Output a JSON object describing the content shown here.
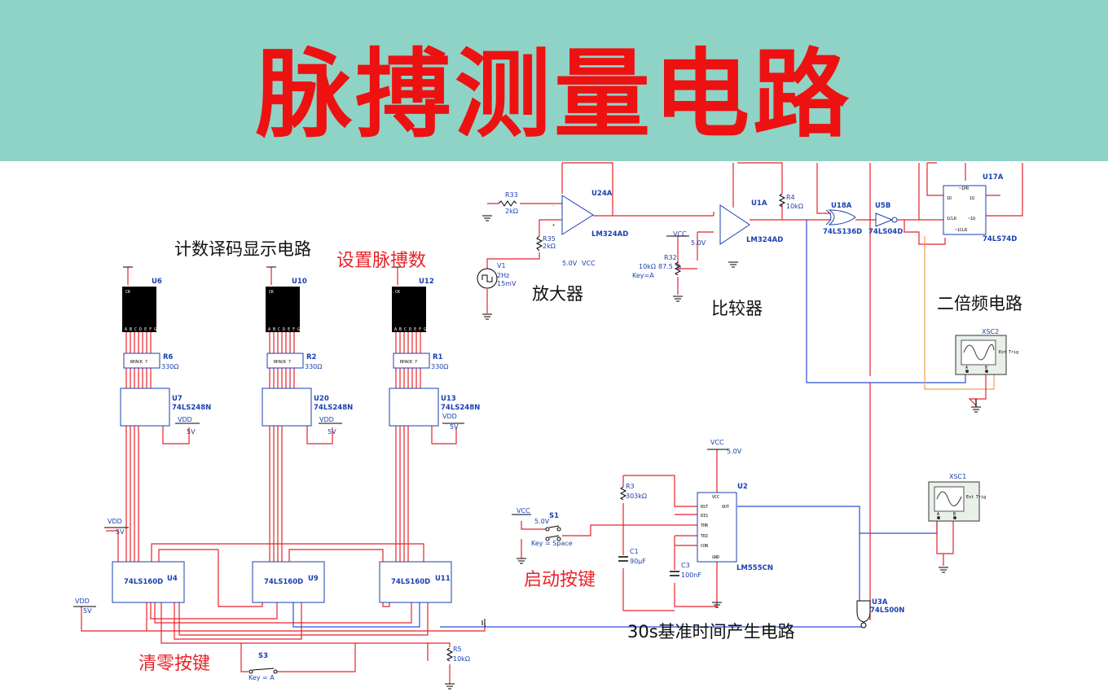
{
  "title": "脉搏测量电路",
  "colors": {
    "banner_bg": "#8fd3c6",
    "title": "#ee1111",
    "wire_red": "#e8232a",
    "wire_blue": "#2a4fd6",
    "wire_orange": "#f0a050",
    "wire_black": "#000000",
    "label_blue": "#1a3fb0"
  },
  "section_labels": {
    "counter_display": "计数译码显示电路",
    "set_pulse": "设置脉搏数",
    "amplifier": "放大器",
    "comparator": "比较器",
    "doubler": "二倍频电路",
    "start_key": "启动按键",
    "timebase": "30s基准时间产生电路",
    "clear_key": "清零按键"
  },
  "components": {
    "r33": {
      "ref": "R33",
      "value": "2kΩ"
    },
    "r35": {
      "ref": "R35",
      "value": "2kΩ"
    },
    "v1": {
      "ref": "V1",
      "freq": "2Hz",
      "amp": "15mV"
    },
    "u24a": {
      "ref": "U24A",
      "part": "LM324AD",
      "supply": "5.0V",
      "rail": "VCC"
    },
    "u1a": {
      "ref": "U1A",
      "part": "LM324AD"
    },
    "r4": {
      "ref": "R4",
      "value": "10kΩ"
    },
    "r32": {
      "ref": "R32",
      "value": "10kΩ",
      "percent": "87.5 %",
      "key": "Key=A",
      "vcc": "VCC",
      "supply": "5.0V"
    },
    "u18a": {
      "ref": "U18A",
      "part": "74LS136D"
    },
    "u5b": {
      "ref": "U5B",
      "part": "74LS04D"
    },
    "u17a": {
      "ref": "U17A",
      "part": "74LS74D",
      "pins": {
        "pr": "~1PR",
        "d": "1D",
        "q": "1Q",
        "clk": "1CLK",
        "qn": "~1Q",
        "clr": "~1CLR"
      }
    },
    "xsc2": {
      "ref": "XSC2",
      "ext": "Ext Trig",
      "a": "A",
      "b": "B"
    },
    "xsc1": {
      "ref": "XSC1",
      "ext": "Ext Trig",
      "a": "A",
      "b": "B"
    },
    "u6": {
      "ref": "U6"
    },
    "u10": {
      "ref": "U10"
    },
    "u12": {
      "ref": "U12"
    },
    "seg_pins": "A B C D E F G",
    "seg_ck": "CK",
    "r6": {
      "ref": "R6",
      "value": "330Ω",
      "pack": "RPACK 7"
    },
    "r2": {
      "ref": "R2",
      "value": "330Ω",
      "pack": "RPACK 7"
    },
    "r1": {
      "ref": "R1",
      "value": "330Ω",
      "pack": "RPACK 7"
    },
    "u7": {
      "ref": "U7",
      "part": "74LS248N"
    },
    "u20": {
      "ref": "U20",
      "part": "74LS248N"
    },
    "u13": {
      "ref": "U13",
      "part": "74LS248N"
    },
    "vdd": {
      "label": "VDD",
      "value": "5V"
    },
    "u4": {
      "ref": "U4",
      "part": "74LS160D"
    },
    "u9": {
      "ref": "U9",
      "part": "74LS160D"
    },
    "u11": {
      "ref": "U11",
      "part": "74LS160D"
    },
    "u2": {
      "ref": "U2",
      "part": "LM555CN",
      "vcc": "VCC",
      "supply": "5.0V",
      "pins": {
        "vcc": "VCC",
        "rst": "RST",
        "out": "OUT",
        "dis": "DIS",
        "thr": "THR",
        "tri": "TRI",
        "con": "CON",
        "gnd": "GND"
      }
    },
    "r3": {
      "ref": "R3",
      "value": "303kΩ"
    },
    "c1": {
      "ref": "C1",
      "value": "90µF"
    },
    "c3": {
      "ref": "C3",
      "value": "100nF"
    },
    "s1": {
      "ref": "S1",
      "key": "Key = Space",
      "vcc": "VCC",
      "supply": "5.0V"
    },
    "u3a": {
      "ref": "U3A",
      "part": "74LS00N"
    },
    "s3": {
      "ref": "S3",
      "key": "Key = A"
    },
    "r5": {
      "ref": "R5",
      "value": "10kΩ"
    }
  }
}
